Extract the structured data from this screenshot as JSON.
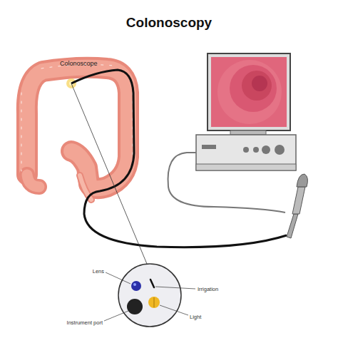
{
  "diagram": {
    "title": "Colonoscopy",
    "labels": [
      "Colonoscope",
      "Lens",
      "Irrigation",
      "Instrument port",
      "Light"
    ]
  }
}
